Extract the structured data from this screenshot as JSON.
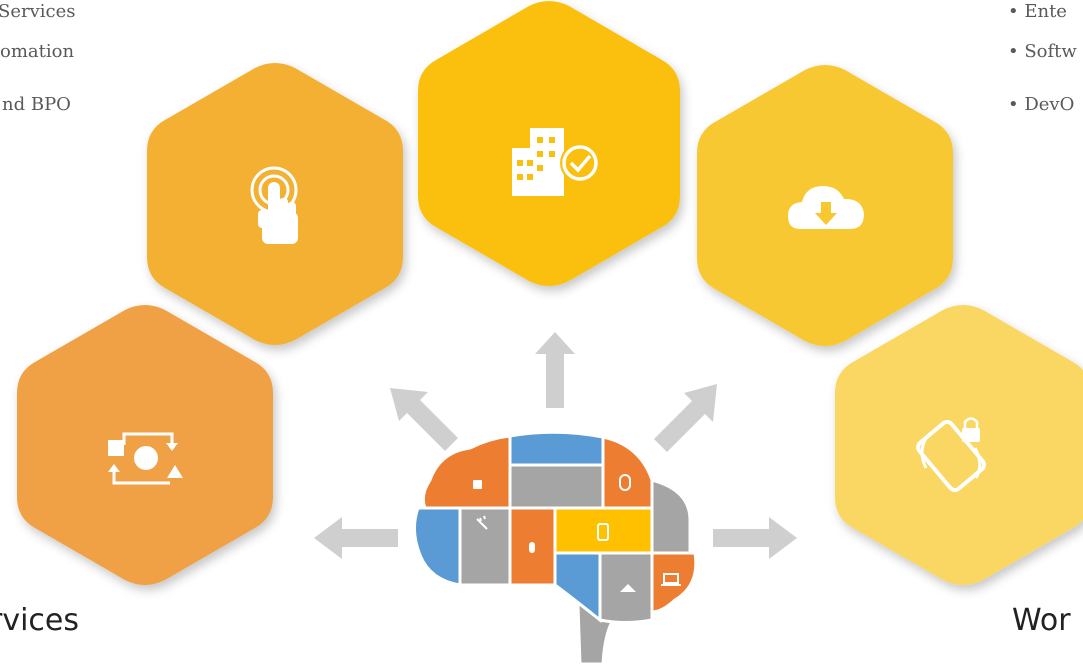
{
  "left_list": {
    "items": [
      "Services",
      "omation",
      "nd BPO"
    ]
  },
  "right_list": {
    "items": [
      "• Ente",
      "• Softw",
      "• DevO"
    ]
  },
  "captions": {
    "left": "rvices",
    "right": "Wor"
  },
  "hexagons": [
    {
      "name": "automation",
      "color": "#F0A044",
      "icon": "shapes-cycle-icon"
    },
    {
      "name": "touch",
      "color": "#F3B033",
      "icon": "touch-hand-icon"
    },
    {
      "name": "enterprise",
      "color": "#FBBF0F",
      "icon": "building-check-icon"
    },
    {
      "name": "cloud",
      "color": "#F8C830",
      "icon": "cloud-download-icon"
    },
    {
      "name": "mobile",
      "color": "#F9D762",
      "icon": "rotate-lock-icon"
    }
  ],
  "brain_colors": {
    "blue": "#5B9BD5",
    "orange": "#ED7D31",
    "gray": "#A5A5A5",
    "yellow": "#FFC000"
  }
}
